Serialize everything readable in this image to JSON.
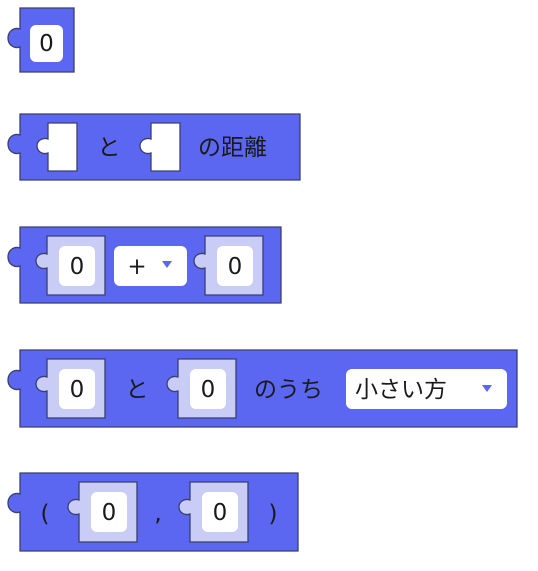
{
  "blocks": {
    "number": {
      "value": "0"
    },
    "distance": {
      "conjunction": "と",
      "suffix": "の距離"
    },
    "arithmetic": {
      "left": "0",
      "operator": "+",
      "right": "0"
    },
    "minmax": {
      "left": "0",
      "conjunction": "と",
      "right": "0",
      "phrase": "のうち",
      "selection": "小さい方"
    },
    "tuple": {
      "open": "(",
      "first": "0",
      "separator": ",",
      "second": "0",
      "close": ")"
    }
  },
  "icons": {
    "dropdown": "triangle-down-icon"
  },
  "colors": {
    "block": "#5b67f0",
    "slot": "#c9cdf5",
    "outline": "#3a3f6e"
  }
}
